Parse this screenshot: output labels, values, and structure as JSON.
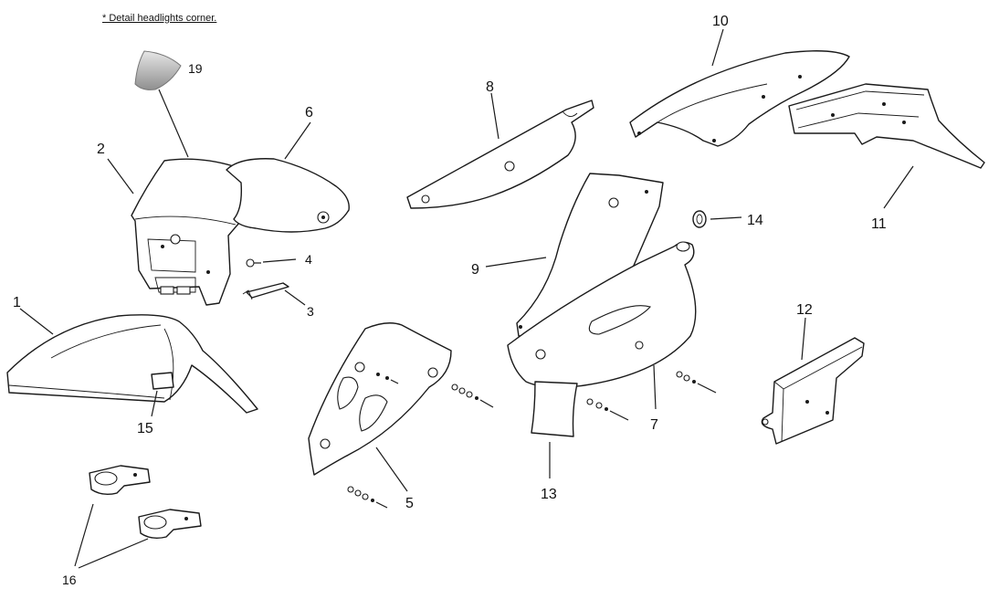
{
  "note": "* Detail headlights corner.",
  "callouts": {
    "p1": "1",
    "p2": "2",
    "p3": "3",
    "p4": "4",
    "p5": "5",
    "p6": "6",
    "p7": "7",
    "p8": "8",
    "p9": "9",
    "p10": "10",
    "p11": "11",
    "p12": "12",
    "p13": "13",
    "p14": "14",
    "p15": "15",
    "p16": "16",
    "p19": "19"
  }
}
